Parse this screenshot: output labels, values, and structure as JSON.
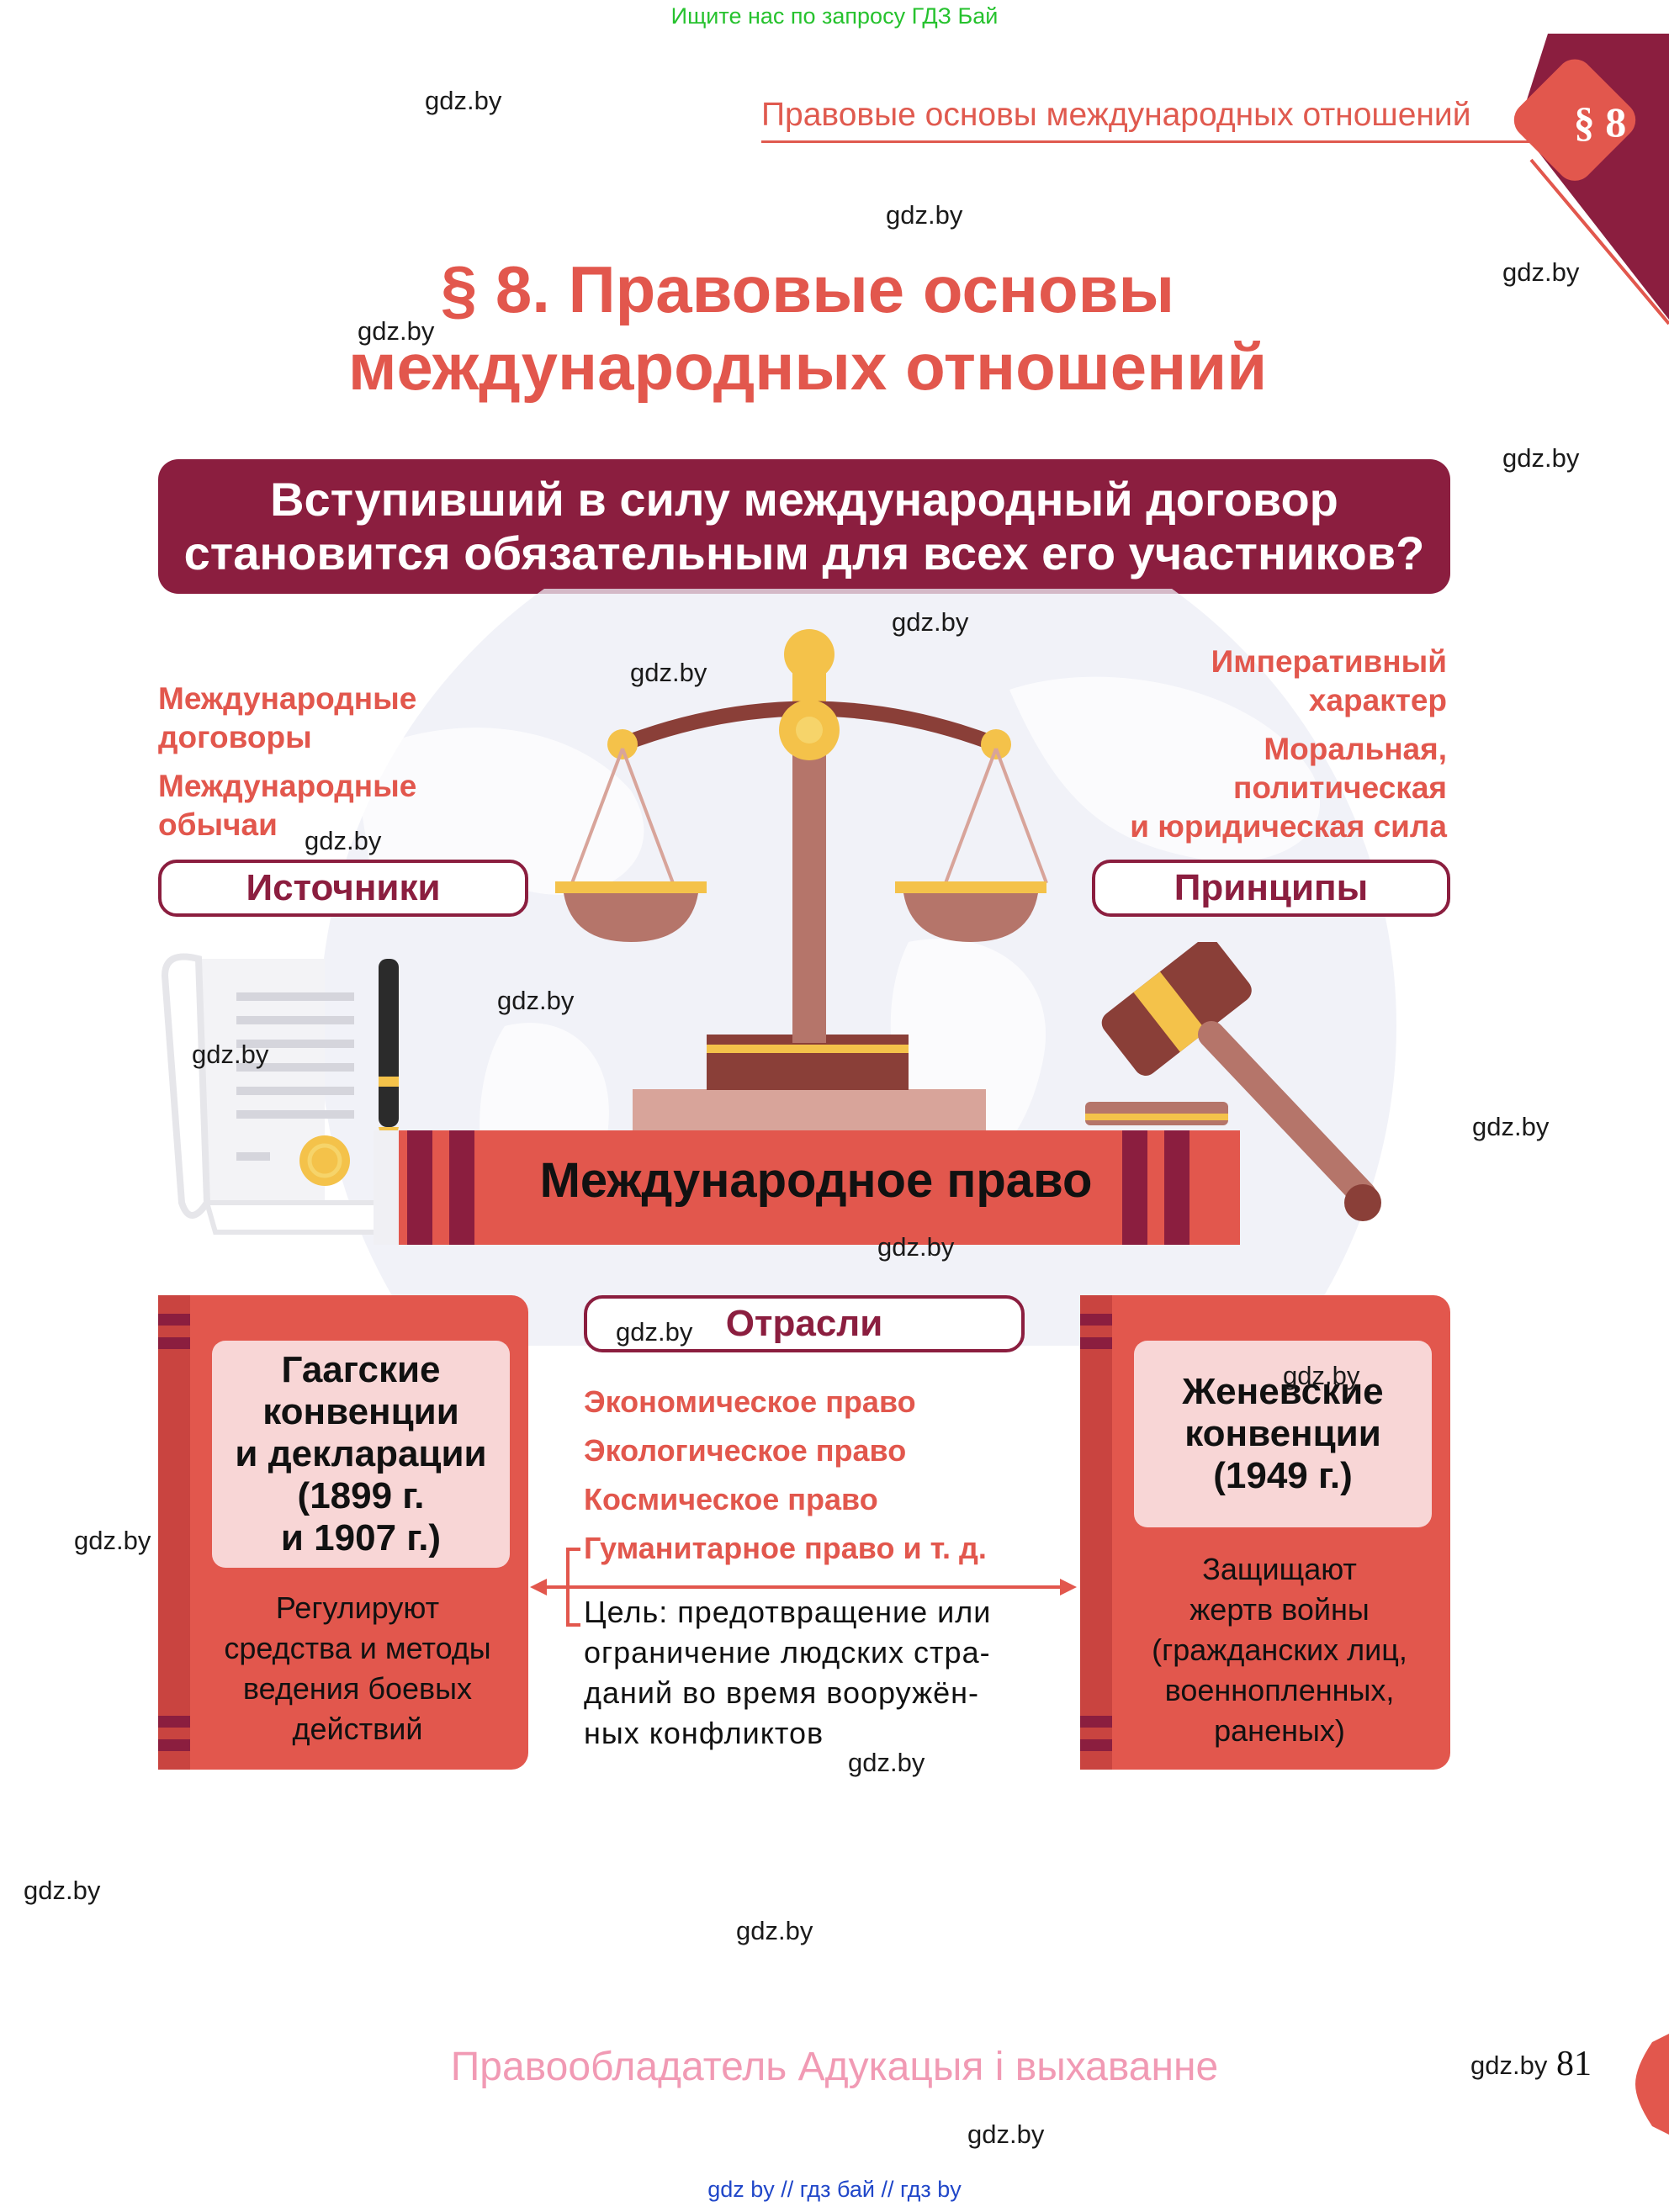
{
  "top_link": "Ищите нас по запросу ГДЗ Бай",
  "header": {
    "running_title": "Правовые основы международных отношений",
    "section_badge": "§ 8"
  },
  "title": {
    "line1": "§ 8. Правовые основы",
    "line2": "международных отношений"
  },
  "question": {
    "line1": "Вступивший в силу международный договор",
    "line2": "становится обязательным для всех его участников?"
  },
  "sources": {
    "label": "Источники",
    "items": [
      "Международные договоры",
      "Международные обычаи"
    ],
    "item1_l1": "Международные",
    "item1_l2": "договоры",
    "item2_l1": "Международные",
    "item2_l2": "обычаи"
  },
  "principles": {
    "label": "Принципы",
    "p1_l1": "Императивный",
    "p1_l2": "характер",
    "p2_l1": "Моральная,",
    "p2_l2": "политическая",
    "p2_l3": "и юридическая сила"
  },
  "book_label": "Международное право",
  "branches": {
    "label": "Отрасли",
    "items": [
      "Экономическое право",
      "Экологическое право",
      "Космическое право",
      "Гуманитарное право и т. д."
    ],
    "goal_l1": "Цель: предотвращение или",
    "goal_l2": "ограничение людских стра-",
    "goal_l3": "даний во время вооружён-",
    "goal_l4": "ных конфликтов"
  },
  "hague": {
    "t1": "Гаагские",
    "t2": "конвенции",
    "t3": "и декларации",
    "t4": "(1899 г.",
    "t5": "и 1907 г.)",
    "d1": "Регулируют",
    "d2": "средства и методы",
    "d3": "ведения боевых",
    "d4": "действий"
  },
  "geneva": {
    "t1": "Женевские",
    "t2": "конвенции",
    "t3": "(1949 г.)",
    "d1": "Защищают",
    "d2": "жертв войны",
    "d3": "(гражданских лиц,",
    "d4": "военнопленных,",
    "d5": "раненых)"
  },
  "watermark": "gdz.by",
  "footer": {
    "owner": "Правообладатель Адукацыя і выхаванне",
    "page_number": "81",
    "links": "gdz by  //  гдз бай  //  гдз by"
  },
  "colors": {
    "coral": "#e2574d",
    "maroon": "#8b1e3f",
    "pink_text": "#f19ab4",
    "top_link": "#26c22e",
    "bottom_link": "#2047c9"
  }
}
